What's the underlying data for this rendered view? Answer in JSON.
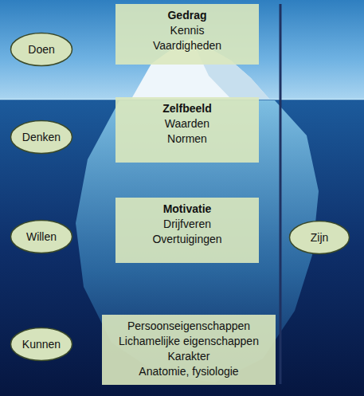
{
  "diagram": {
    "nodes": [
      {
        "text": [
          "Doen"
        ]
      },
      {
        "text": [
          "Gedrag",
          "Kennis",
          "Vaardigheden"
        ]
      },
      {
        "text": [
          "Denken"
        ]
      },
      {
        "text": [
          "Zelfbeeld",
          "Waarden",
          "Normen"
        ]
      },
      {
        "text": [
          "Willen"
        ]
      },
      {
        "text": [
          "Motivatie",
          "Drijfveren",
          "Overtuigingen"
        ]
      },
      {
        "text": [
          "Zijn"
        ]
      },
      {
        "text": [
          "Kunnen"
        ]
      },
      {
        "text": [
          "Persoonseigenschappen",
          "Lichamelijke eigenschappen",
          "Karakter",
          "Anatomie, fysiologie"
        ]
      }
    ]
  }
}
